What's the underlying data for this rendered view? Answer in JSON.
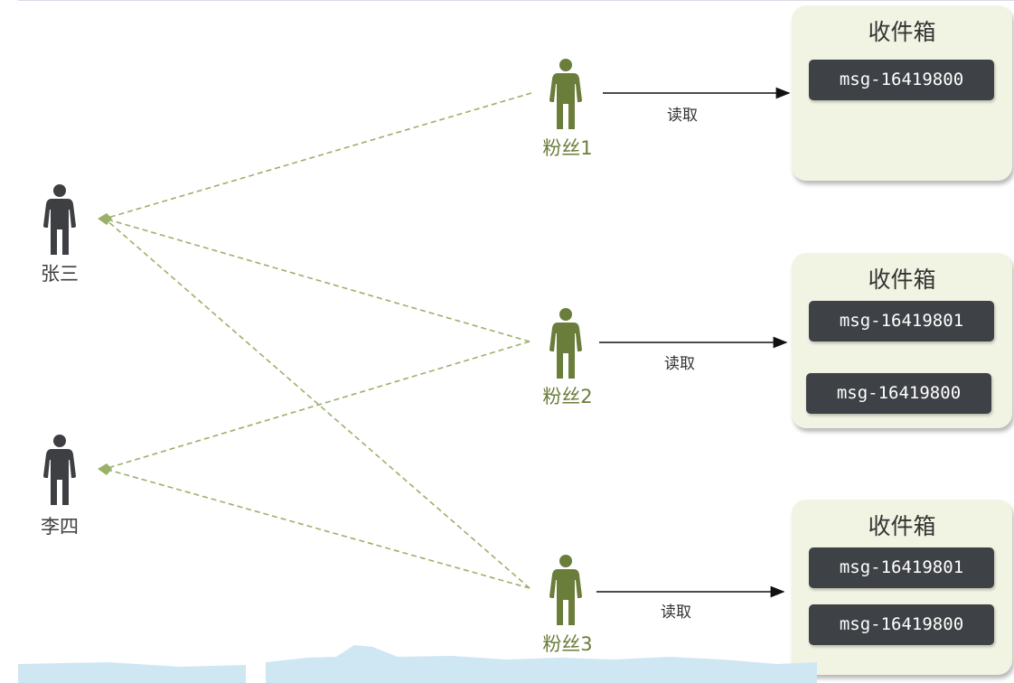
{
  "authors": [
    {
      "name": "张三"
    },
    {
      "name": "李四"
    }
  ],
  "fans": [
    {
      "name": "粉丝1",
      "action": "读取"
    },
    {
      "name": "粉丝2",
      "action": "读取"
    },
    {
      "name": "粉丝3",
      "action": "读取"
    }
  ],
  "inboxes": [
    {
      "title": "收件箱",
      "messages": [
        "msg-16419800"
      ]
    },
    {
      "title": "收件箱",
      "messages": [
        "msg-16419801",
        "msg-16419800"
      ]
    },
    {
      "title": "收件箱",
      "messages": [
        "msg-16419801",
        "msg-16419800"
      ]
    }
  ],
  "colors": {
    "author_figure": "#3d3f42",
    "fan_figure": "#6b7d3a",
    "dashed_line": "#9bb06a",
    "inbox_bg": "#f1f4e3",
    "message_bg": "#3e4145"
  }
}
